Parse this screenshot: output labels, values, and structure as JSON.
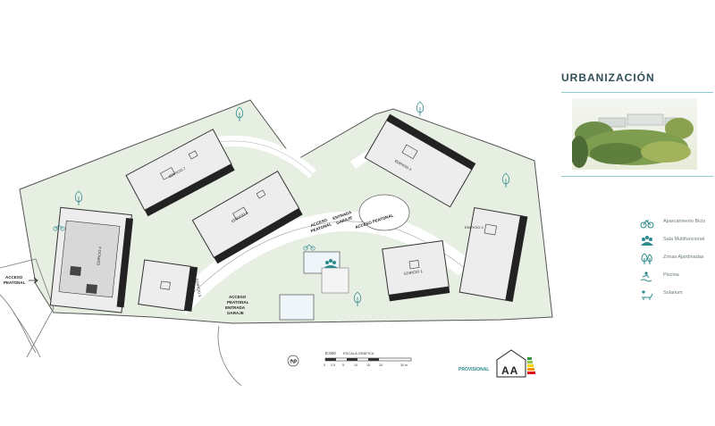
{
  "title": "URBANIZACIÓN",
  "buildings": [
    {
      "id": "e7",
      "label": "EDIFICIO 7"
    },
    {
      "id": "e6",
      "label": "EDIFICIO 6"
    },
    {
      "id": "e5",
      "label": "EDIFICIO 5"
    },
    {
      "id": "e4",
      "label": "EDIFICIO 4"
    },
    {
      "id": "e3",
      "label": "EDIFICIO 3"
    },
    {
      "id": "e2",
      "label": "EDIFICIO 2"
    },
    {
      "id": "e1",
      "label": "EDIFICIO 1"
    }
  ],
  "access": {
    "left_pedestrian": [
      "ACCESO",
      "PEATONAL"
    ],
    "bottom_pedestrian": [
      "ACCESO",
      "PEATONAL"
    ],
    "bottom_garage": [
      "ENTRADA",
      "GARAJE"
    ],
    "top_pedestrian": [
      "ACCESO",
      "PEATONAL"
    ],
    "top_garage": [
      "ENTRADA",
      "GARAJE"
    ],
    "top_right_pedestrian": "ACCESO PEATONAL"
  },
  "scale": {
    "ratio": "E:500",
    "caption": "ESCALA GRÁFICA",
    "ticks": [
      "0",
      "2.5",
      "5",
      "10",
      "15",
      "20",
      "30 m"
    ]
  },
  "compass": "N",
  "status": "PROVISIONAL",
  "energy_label": "AA",
  "legend": [
    {
      "icon": "bicycle-icon",
      "label": "Aparcamiento Bicis"
    },
    {
      "icon": "people-icon",
      "label": "Sala Multifuncional"
    },
    {
      "icon": "tree-icon",
      "label": "Zonas Ajardinadas"
    },
    {
      "icon": "pool-icon",
      "label": "Piscina"
    },
    {
      "icon": "sunbed-icon",
      "label": "Solarium"
    }
  ],
  "colors": {
    "accent": "#2c8a8a",
    "green_zone": "#e6efe2",
    "building_roof": "#ededed",
    "building_dark": "#222222",
    "title": "#2f4f57"
  }
}
